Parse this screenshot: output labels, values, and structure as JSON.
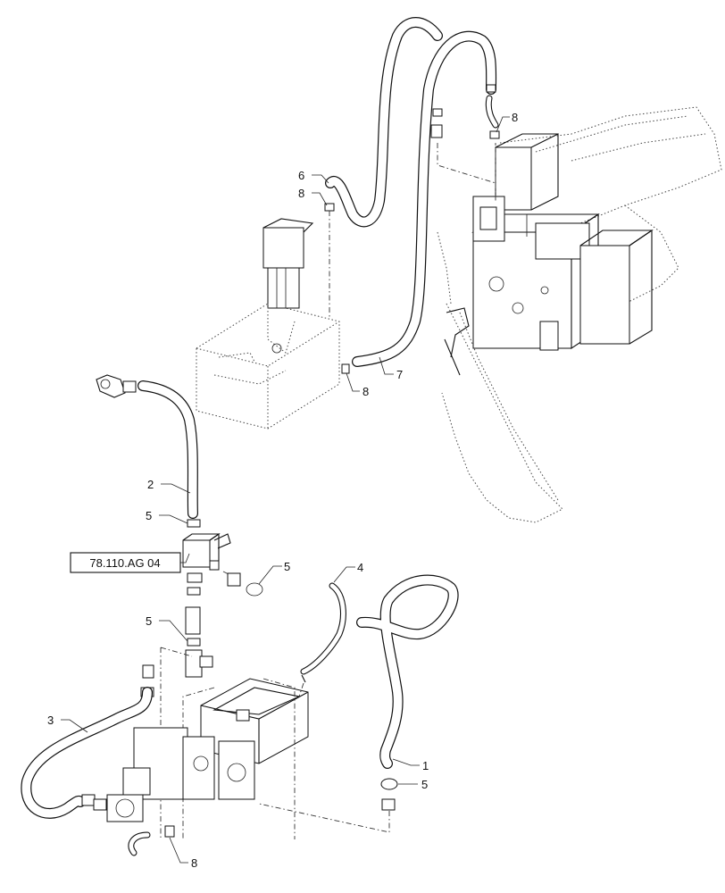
{
  "callouts": [
    {
      "id": "c1",
      "text": "1"
    },
    {
      "id": "c2",
      "text": "2"
    },
    {
      "id": "c3",
      "text": "3"
    },
    {
      "id": "c4",
      "text": "4"
    },
    {
      "id": "c5a",
      "text": "5"
    },
    {
      "id": "c5b",
      "text": "5"
    },
    {
      "id": "c5c",
      "text": "5"
    },
    {
      "id": "c5d",
      "text": "5"
    },
    {
      "id": "c6",
      "text": "6"
    },
    {
      "id": "c7",
      "text": "7"
    },
    {
      "id": "c8a",
      "text": "8"
    },
    {
      "id": "c8b",
      "text": "8"
    },
    {
      "id": "c8c",
      "text": "8"
    },
    {
      "id": "c8d",
      "text": "8"
    }
  ],
  "reference_box": {
    "text": "78.110.AG 04"
  }
}
